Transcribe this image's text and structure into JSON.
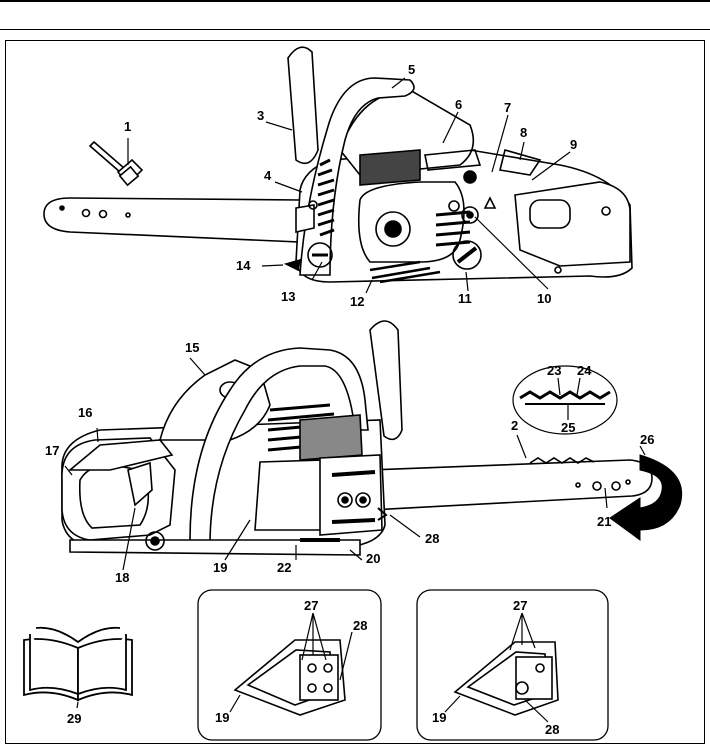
{
  "callouts": {
    "top": [
      "1",
      "2",
      "3",
      "4",
      "5",
      "6",
      "7",
      "8",
      "9",
      "10",
      "11",
      "12",
      "13",
      "14"
    ],
    "middle": [
      "15",
      "16",
      "17",
      "18",
      "19",
      "20",
      "21",
      "22",
      "23",
      "24",
      "25",
      "26",
      "28"
    ],
    "panel_left": [
      "27",
      "28",
      "19"
    ],
    "panel_right": [
      "27",
      "28",
      "19"
    ],
    "manual": "29"
  },
  "icons": [
    "socket-wrench-icon",
    "chainsaw-icon",
    "chain-detail-icon",
    "rotation-arrow-icon",
    "clutch-cover-icon",
    "manual-book-icon"
  ]
}
